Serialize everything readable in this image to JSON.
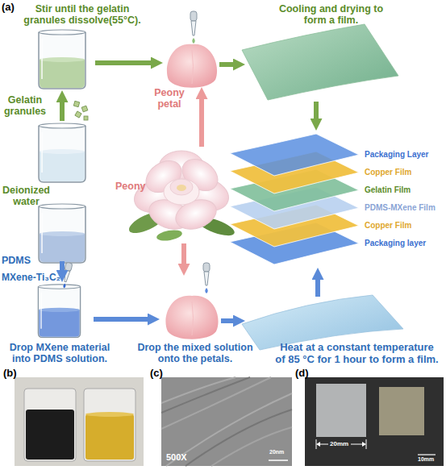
{
  "diagram": {
    "nodes": [
      {
        "text": [
          "500X",
          "20nm"
        ]
      },
      {
        "text": [
          "20mm",
          "10mm"
        ]
      }
    ],
    "labels": [
      "(a)",
      "Stir until the gelatin granules dissolve(55°C).",
      "Cooling and drying to form a film.",
      "Peony petal",
      "Gelatin granules",
      "Deionized water",
      "Packaging Layer",
      "Copper Film",
      "Gelatin Film",
      "PDMS-MXene Film",
      "Copper Film",
      "Packaging layer",
      "Peony",
      "PDMS",
      "MXene-Ti₃C₂",
      "Drop MXene material into PDMS solution.",
      "Drop the mixed solution onto the petals.",
      "Heat at a constant temperature of 85 °C for 1 hour to form a film.",
      "(b)",
      "(c)",
      "(d)"
    ]
  }
}
